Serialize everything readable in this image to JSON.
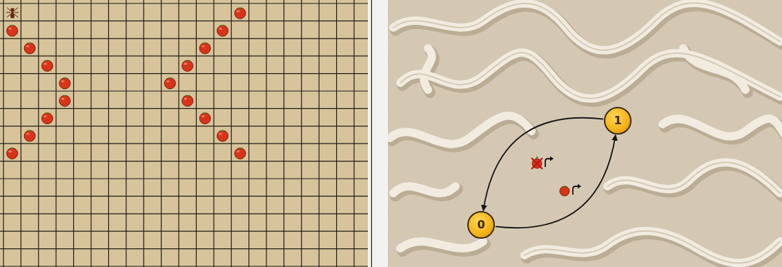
{
  "diagram": {
    "nodes": [
      {
        "text": [
          "0"
        ]
      },
      {
        "text": [
          "1"
        ]
      }
    ],
    "edges": [
      {
        "from": 0,
        "to": 1,
        "arrow": "to"
      },
      {
        "from": 1,
        "to": 0,
        "arrow": "to"
      }
    ]
  }
}
